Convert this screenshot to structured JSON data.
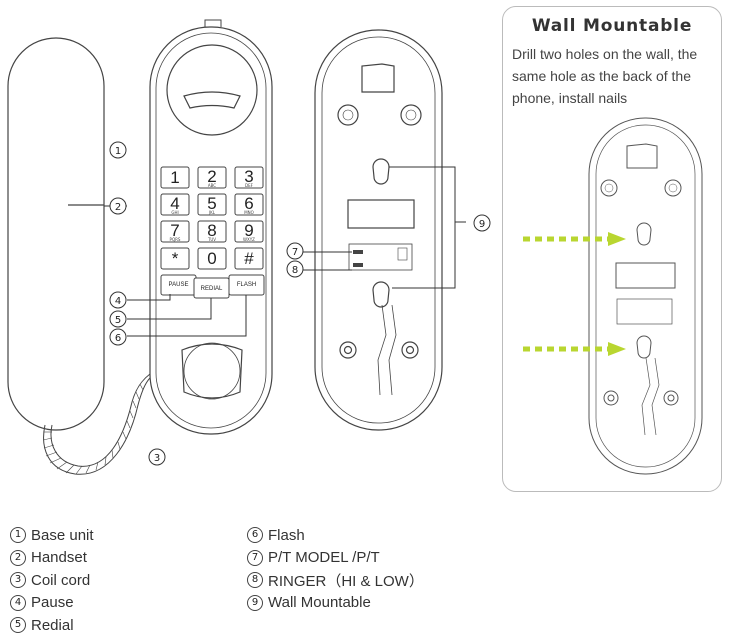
{
  "wall_panel": {
    "title": "Wall Mountable",
    "description": "Drill two holes on the wall, the same hole as the back of the phone, install nails"
  },
  "keypad": {
    "keys": [
      {
        "num": "1",
        "sub": ""
      },
      {
        "num": "2",
        "sub": "ABC"
      },
      {
        "num": "3",
        "sub": "DEF"
      },
      {
        "num": "4",
        "sub": "GHI"
      },
      {
        "num": "5",
        "sub": "JKL"
      },
      {
        "num": "6",
        "sub": "MNO"
      },
      {
        "num": "7",
        "sub": "PQRS"
      },
      {
        "num": "8",
        "sub": "TUV"
      },
      {
        "num": "9",
        "sub": "WXYZ"
      },
      {
        "num": "*",
        "sub": ""
      },
      {
        "num": "0",
        "sub": ""
      },
      {
        "num": "#",
        "sub": ""
      }
    ],
    "function_keys": {
      "pause": "PAUSE",
      "redial": "REDIAL",
      "flash": "FLASH"
    }
  },
  "callouts": {
    "c1": "1",
    "c2": "2",
    "c3": "3",
    "c4": "4",
    "c5": "5",
    "c6": "6",
    "c7": "7",
    "c8": "8",
    "c9": "9"
  },
  "legend": {
    "left": [
      {
        "num": "1",
        "label": "Base unit"
      },
      {
        "num": "2",
        "label": "Handset"
      },
      {
        "num": "3",
        "label": "Coil cord"
      },
      {
        "num": "4",
        "label": "Pause"
      },
      {
        "num": "5",
        "label": "Redial"
      }
    ],
    "right": [
      {
        "num": "6",
        "label": "Flash"
      },
      {
        "num": "7",
        "label": "P/T MODEL /P/T"
      },
      {
        "num": "8",
        "label": "RINGER（HI & LOW）"
      },
      {
        "num": "9",
        "label": "Wall Mountable"
      }
    ]
  },
  "colors": {
    "line": "#444444",
    "arrow": "#b9d630"
  }
}
